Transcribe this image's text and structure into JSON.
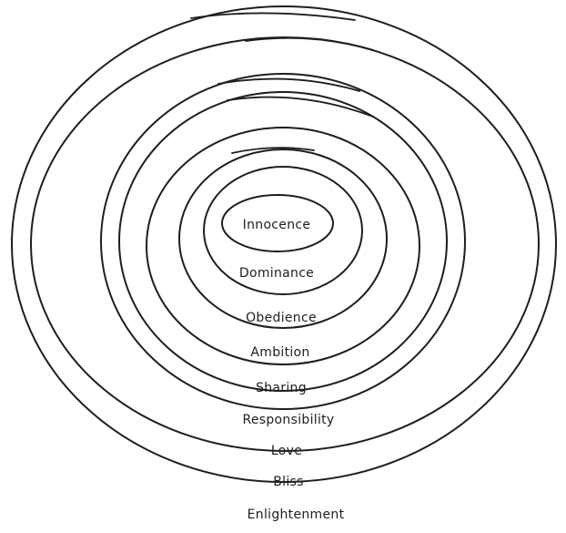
{
  "stages": [
    {
      "id": "innocence",
      "label": "Innocence"
    },
    {
      "id": "dominance",
      "label": "Dominance"
    },
    {
      "id": "obedience",
      "label": "Obedience"
    },
    {
      "id": "ambition",
      "label": "Ambition"
    },
    {
      "id": "sharing",
      "label": "Sharing"
    },
    {
      "id": "responsibility",
      "label": "Responsibility"
    },
    {
      "id": "love",
      "label": "Love"
    },
    {
      "id": "bliss",
      "label": "Bliss"
    },
    {
      "id": "enlightenment",
      "label": "Enlightenment"
    }
  ]
}
